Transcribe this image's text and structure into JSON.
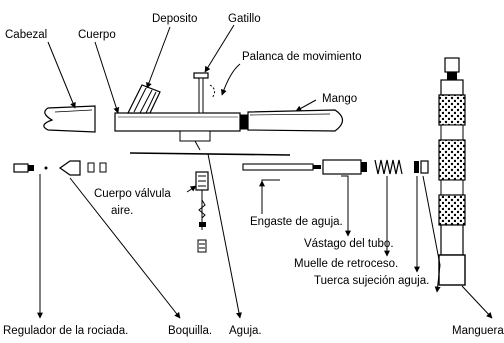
{
  "labels": {
    "cabezal": "Cabezal",
    "cuerpo": "Cuerpo",
    "deposito": "Deposito",
    "gatillo": "Gatillo",
    "palanca": "Palanca de movimiento",
    "mango": "Mango",
    "cuerpo_valvula_line1": "Cuerpo válvula",
    "cuerpo_valvula_line2": "aire.",
    "engaste": "Engaste de aguja.",
    "vastago": "Vástago del tubo.",
    "muelle": "Muelle de retroceso.",
    "tuerca": "Tuerca sujeción aguja.",
    "regulador": "Regulador de la rociada.",
    "boquilla": "Boquilla.",
    "aguja": "Aguja.",
    "manguera": "Manguera"
  }
}
